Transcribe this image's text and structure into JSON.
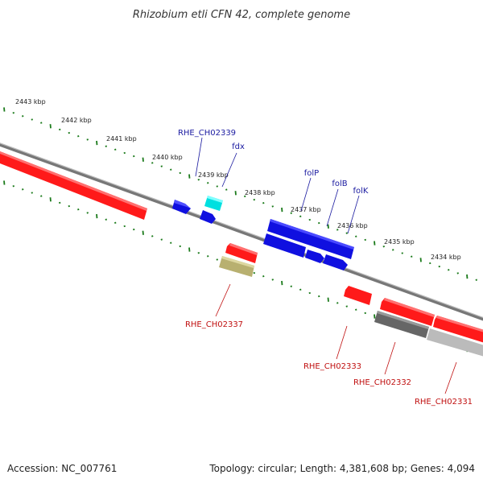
{
  "title": "Rhizobium etli CFN 42, complete genome",
  "footer": {
    "accession": "Accession: NC_007761",
    "topology": "Topology: circular; Length: 4,381,608 bp; Genes: 4,094"
  },
  "colors": {
    "forward_gene": "#1010e0",
    "reverse_gene": "#ff1a1a",
    "ticks": "#1a7a1a",
    "backbone": "#888888",
    "forward_label": "#1a1aa0",
    "reverse_label": "#c01010",
    "highlight_gene": "#00e0e0",
    "rna_gene": "#b8b070",
    "gray_gene_dark": "#666666",
    "gray_gene_light": "#bbbbbb"
  },
  "scale": {
    "unit": "kbp",
    "tick_labels": [
      "2443 kbp",
      "2442 kbp",
      "2441 kbp",
      "2440 kbp",
      "2439 kbp",
      "2438 kbp",
      "2437 kbp",
      "2436 kbp",
      "2435 kbp",
      "2434 kbp"
    ]
  },
  "gene_labels": {
    "forward": [
      "RHE_CH02339",
      "fdx",
      "folP",
      "folB",
      "folK"
    ],
    "reverse": [
      "RHE_CH02337",
      "RHE_CH02333",
      "RHE_CH02332",
      "RHE_CH02331"
    ]
  }
}
